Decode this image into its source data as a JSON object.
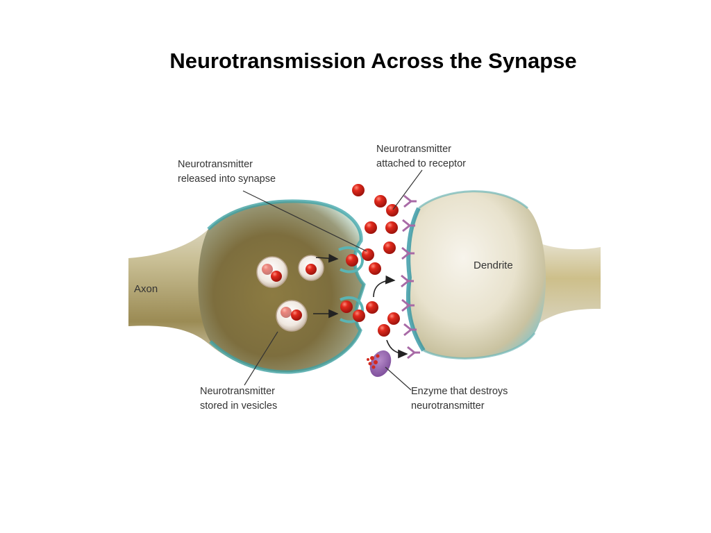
{
  "title": "Neurotransmission Across the Synapse",
  "labels": {
    "axon": "Axon",
    "dendrite": "Dendrite",
    "released_line1": "Neurotransmitter",
    "released_line2": "released into synapse",
    "attached_line1": "Neurotransmitter",
    "attached_line2": "attached to receptor",
    "stored_line1": "Neurotransmitter",
    "stored_line2": "stored in vesicles",
    "enzyme_line1": "Enzyme that destroys",
    "enzyme_line2": "neurotransmitter"
  },
  "colors": {
    "neuron_body": "#8a7a45",
    "neuron_edge": "#2e9aa0",
    "dendrite_body": "#efeadc",
    "neurotransmitter": "#d8241b",
    "receptor": "#a06aa0",
    "enzyme": "#8a5aa8"
  }
}
